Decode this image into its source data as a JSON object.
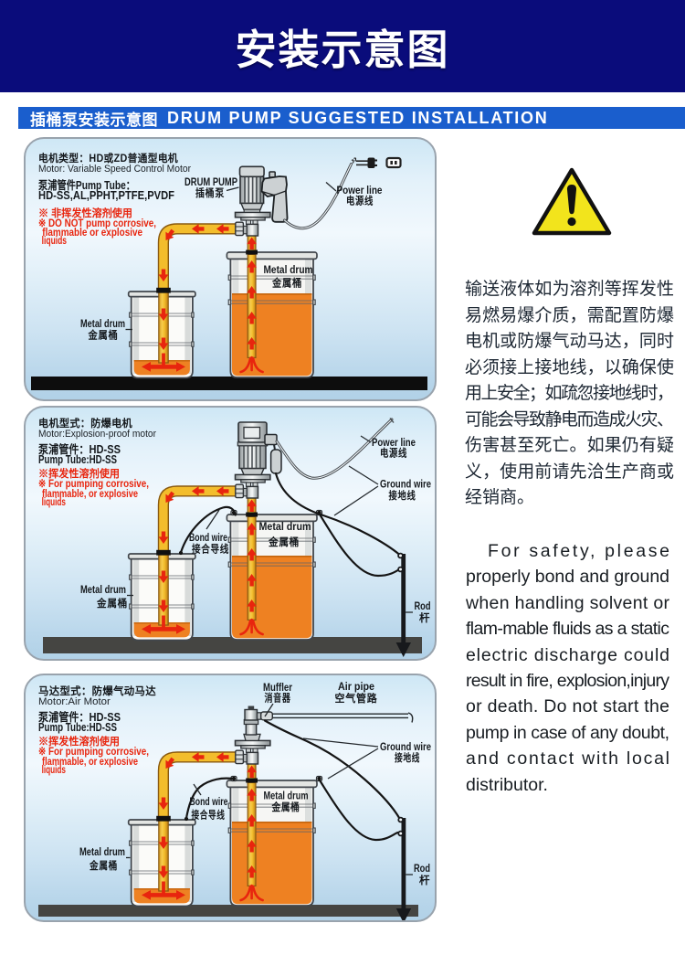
{
  "banner": {
    "title": "安装示意图"
  },
  "section": {
    "title_zh": "插桶泵安装示意图",
    "title_en": "DRUM PUMP SUGGESTED INSTALLATION"
  },
  "colors": {
    "banner_navy": "#0a0c7b",
    "section_blue": "#1a5ecd",
    "box_blue_tint": "#cde3f2",
    "warning_red": "#e8250e",
    "pipe_yellow": "#f3bd2c",
    "liquid_orange": "#ee8122",
    "triangle_yellow": "#f2e41c"
  },
  "d1": {
    "info": [
      "电机类型：HD或ZD普通型电机",
      "Motor: Variable Speed Control Motor",
      "泵浦管件Pump Tube：",
      "HD-SS,AL,PPHT,PTFE,PVDF",
      "※ 非挥发性溶剂使用",
      "※ DO NOT pump corrosive,",
      "flammable or explosive",
      "liquids"
    ],
    "labels": {
      "drum_pump": "DRUM PUMP",
      "drum_pump_zh": "插桶泵",
      "power_line": "Power line",
      "power_line_zh": "电源线",
      "metal_drum": "Metal drum",
      "metal_drum_zh": "金属桶",
      "metal_drum_small": "Metal drum",
      "metal_drum_small_zh": "金属桶"
    }
  },
  "d2": {
    "info": [
      "电机型式：防爆电机",
      "Motor:Explosion-proof motor",
      "泵浦管件：HD-SS",
      "Pump Tube:HD-SS",
      "※挥发性溶剂使用",
      "※ For pumping corrosive,",
      "flammable, or explosive",
      "liquids"
    ],
    "labels": {
      "power_line": "Power line",
      "power_line_zh": "电源线",
      "ground_wire": "Ground wire",
      "ground_wire_zh": "接地线",
      "bond_wire": "Bond wire",
      "bond_wire_zh": "接合导线",
      "metal_drum": "Metal drum",
      "metal_drum_zh": "金属桶",
      "metal_drum_small": "Metal drum",
      "metal_drum_small_zh": "金属桶",
      "rod": "Rod",
      "rod_zh": "杆"
    }
  },
  "d3": {
    "info": [
      "马达型式：防爆气动马达",
      "Motor:Air Motor",
      "泵浦管件：HD-SS",
      "Pump Tube:HD-SS",
      "※挥发性溶剂使用",
      "※ For pumping corrosive,",
      "flammable, or explosive",
      "liquids"
    ],
    "labels": {
      "muffler": "Muffler",
      "muffler_zh": "消音器",
      "air_pipe": "Air pipe",
      "air_pipe_zh": "空气管路",
      "ground_wire": "Ground wire",
      "ground_wire_zh": "接地线",
      "bond_wire": "Bond wire",
      "bond_wire_zh": "接合导线",
      "metal_drum": "Metal drum",
      "metal_drum_zh": "金属桶",
      "metal_drum_small": "Metal drum",
      "metal_drum_small_zh": "金属桶",
      "rod": "Rod",
      "rod_zh": "杆"
    }
  },
  "sidebar": {
    "zh_lines": [
      "输送液体如为溶剂等挥发性",
      "易燃易爆介质，需配置防爆",
      "电机或防爆气动马达，同时",
      "必须接上接地线，以确保使",
      "用上安全；如疏忽接地线时，",
      "可能会导致静电而造成火灾、",
      "伤害甚至死亡。如果仍有疑",
      "义，使用前请先洽生产商或",
      "经销商。"
    ],
    "en_lines": [
      "For safety, please",
      "properly bond and ground",
      "when handling solvent or",
      "flam-mable fluids as a static",
      "electric discharge could",
      "result in fire, explosion,injury",
      "or death. Do not start the",
      "pump in case of any doubt,",
      "and contact with local",
      "distributor."
    ]
  }
}
